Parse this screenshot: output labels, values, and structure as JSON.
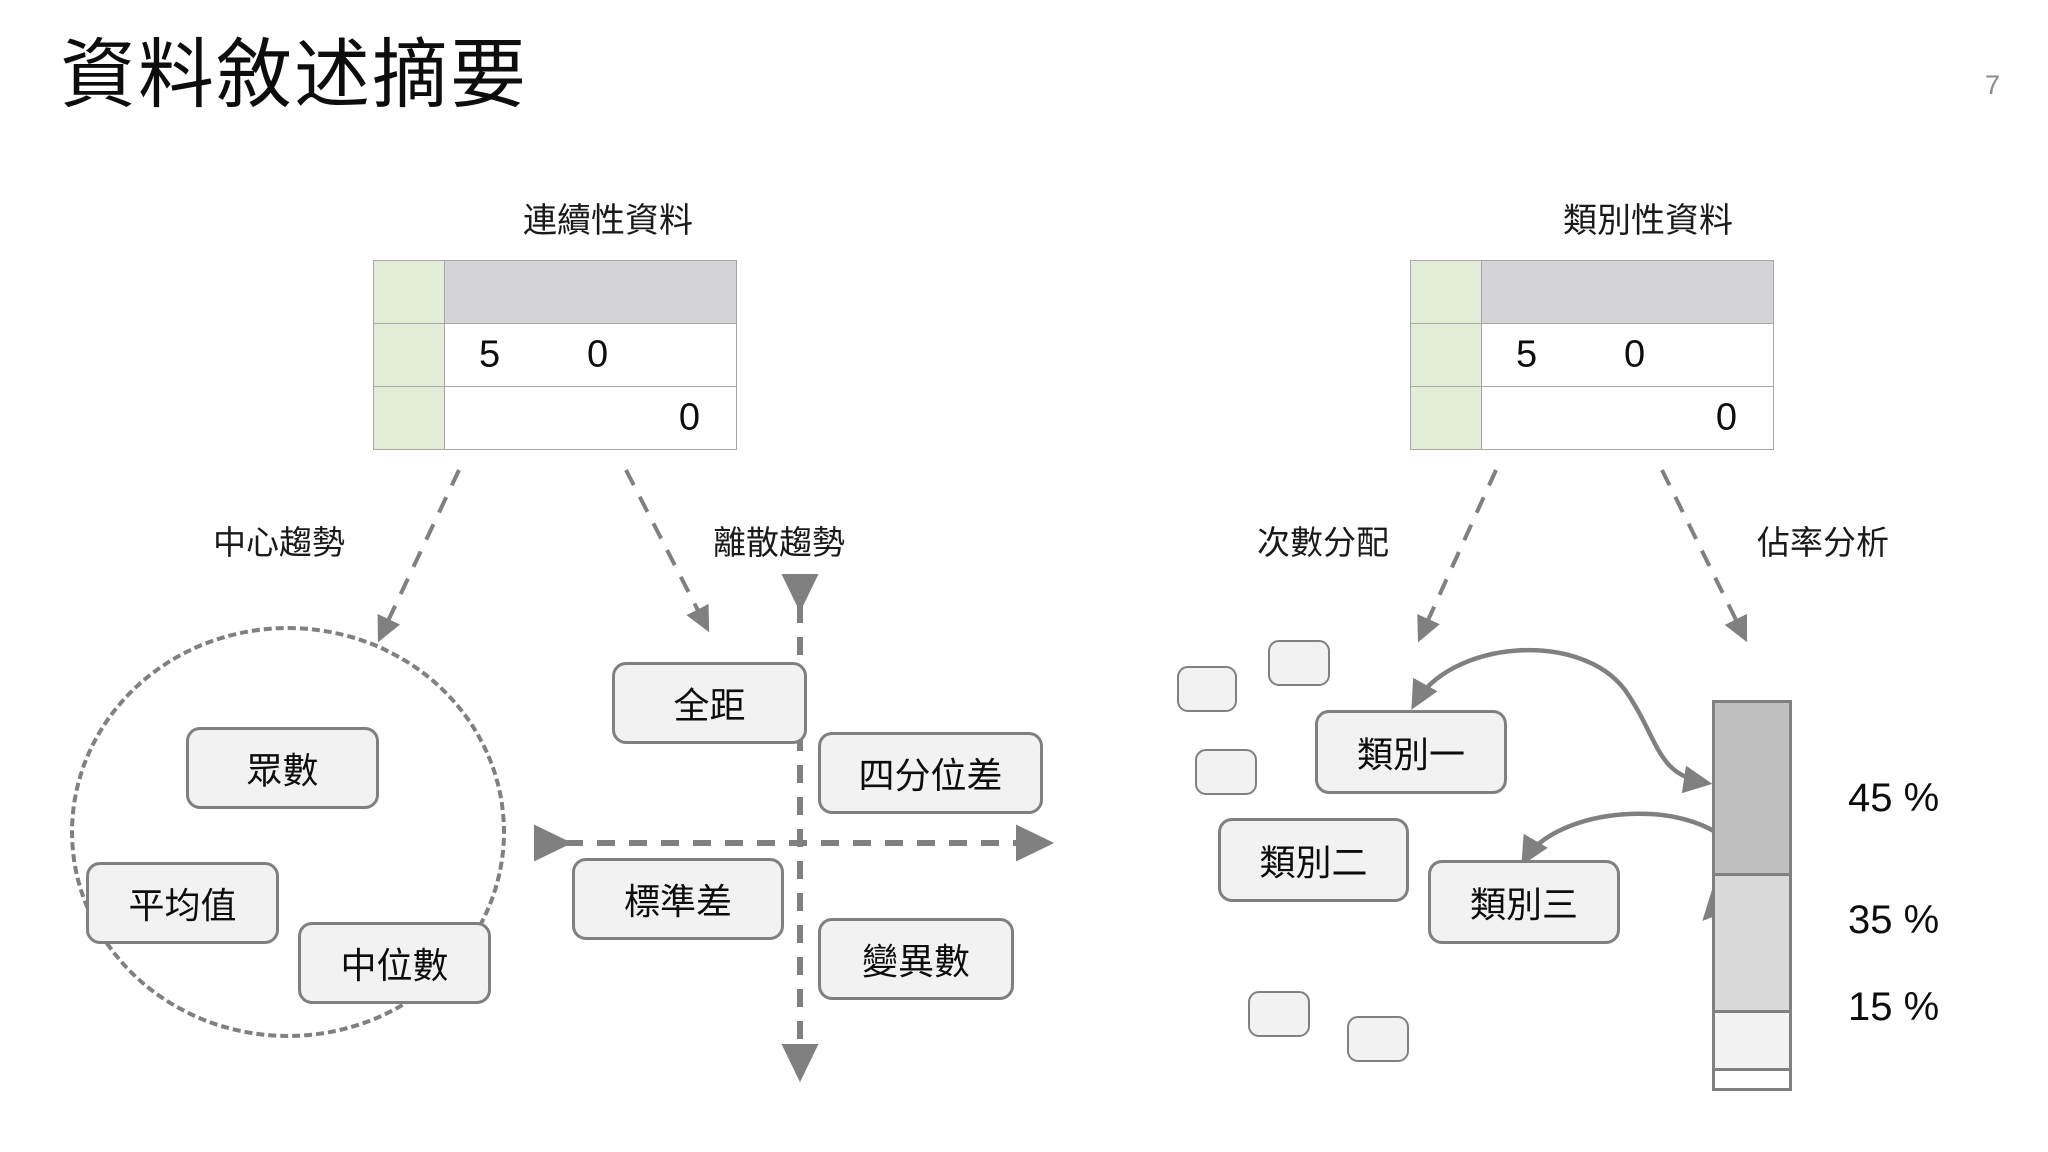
{
  "slide": {
    "title": "資料敘述摘要",
    "page_number": "7"
  },
  "sections": {
    "continuous": {
      "caption": "連續性資料",
      "table": {
        "header_cells": [
          "",
          ""
        ],
        "rows": [
          [
            "",
            "5",
            "0"
          ],
          [
            "",
            "",
            "0"
          ]
        ]
      },
      "branches": [
        {
          "label": "中心趨勢"
        },
        {
          "label": "離散趨勢"
        }
      ]
    },
    "categorical": {
      "caption": "類別性資料",
      "table": {
        "header_cells": [
          "",
          ""
        ],
        "rows": [
          [
            "",
            "5",
            "0"
          ],
          [
            "",
            "",
            "0"
          ]
        ]
      },
      "branches": [
        {
          "label": "次數分配"
        },
        {
          "label": "佔率分析"
        }
      ]
    }
  },
  "central_tendency": {
    "nodes": [
      {
        "label": "眾數"
      },
      {
        "label": "平均值"
      },
      {
        "label": "中位數"
      }
    ]
  },
  "dispersion": {
    "nodes": [
      {
        "label": "全距"
      },
      {
        "label": "四分位差"
      },
      {
        "label": "標準差"
      },
      {
        "label": "變異數"
      }
    ]
  },
  "categories": {
    "nodes": [
      {
        "label": "類別一"
      },
      {
        "label": "類別二"
      },
      {
        "label": "類別三"
      }
    ],
    "blank_boxes": 5
  },
  "chart_data": {
    "type": "bar",
    "title": "佔率分析",
    "categories": [
      "類別一",
      "類別三",
      "",
      ""
    ],
    "labels": [
      "45 %",
      "35 %",
      "15 %",
      ""
    ],
    "values": [
      45,
      35,
      15,
      5
    ],
    "colors": [
      "#bfbfbf",
      "#d9d9d9",
      "#f2f2f2",
      "#ffffff"
    ],
    "stacked": true,
    "orientation": "vertical",
    "xlabel": "",
    "ylabel": "",
    "ylim": [
      0,
      100
    ],
    "grid": false,
    "legend": "none"
  },
  "colors": {
    "table_green": "#e2ecd6",
    "table_grey_header": "#d4d3d6",
    "node_fill": "#f2f2f2",
    "node_border": "#808080",
    "text": "#0d0d0d",
    "page_number": "#8a8a8a"
  }
}
